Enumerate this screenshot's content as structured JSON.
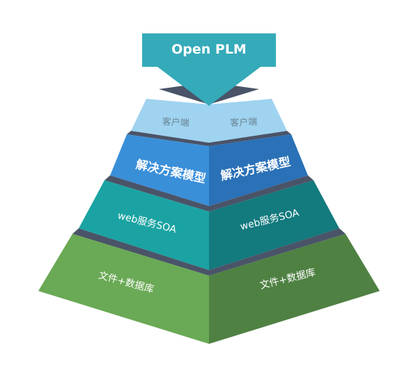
{
  "banner": {
    "title": "Open PLM",
    "color": "#35aab9"
  },
  "tiers": [
    {
      "left_label": "客户端",
      "right_label": "客户端",
      "left_color": "#9fd3f0",
      "right_color": "#9fd3f0",
      "text_color": "#6a8494"
    },
    {
      "left_label": "解决方案模型",
      "right_label": "解决方案模型",
      "left_color": "#3a8fd9",
      "right_color": "#2a71b8",
      "text_color": "#ffffff"
    },
    {
      "left_label": "web服务SOA",
      "right_label": "web服务SOA",
      "left_color": "#1ba3a3",
      "right_color": "#137a7e",
      "text_color": "#ffffff"
    },
    {
      "left_label": "文件+数据库",
      "right_label": "文件+数据库",
      "left_color": "#6aa955",
      "right_color": "#4f8143",
      "text_color": "#ffffff"
    }
  ],
  "separator_color": "#4a5468"
}
